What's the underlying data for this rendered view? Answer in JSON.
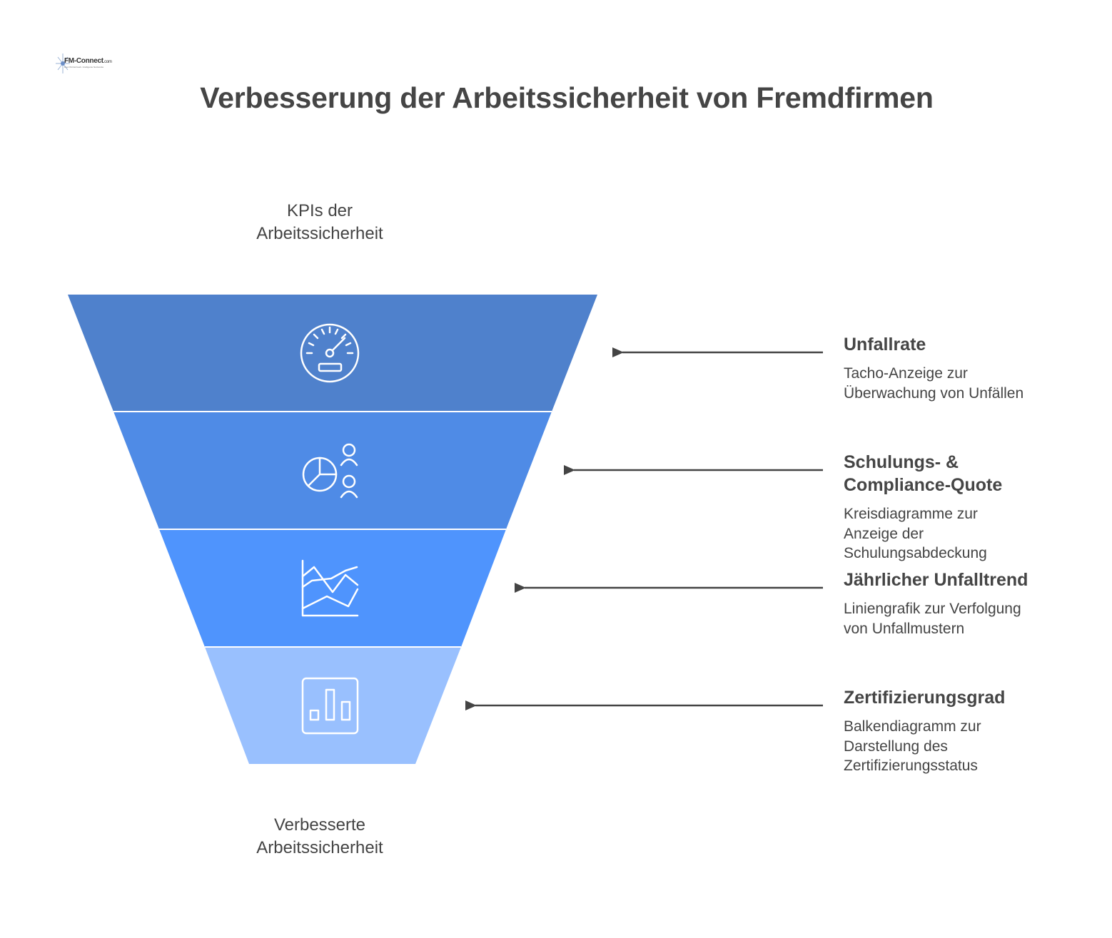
{
  "logo": {
    "brand": "FM-Connect",
    "suffix": ".com",
    "tagline": "Das FM-Netzwerk. Intelligente Netzwerke"
  },
  "title": "Verbesserung der Arbeitssicherheit von Fremdfirmen",
  "funnel": {
    "top_label": [
      "KPIs der",
      "Arbeitssicherheit"
    ],
    "bottom_label": [
      "Verbesserte",
      "Arbeitssicherheit"
    ],
    "stages": [
      {
        "icon": "speedometer-icon",
        "color": "#4f81cc"
      },
      {
        "icon": "pie-chart-people-icon",
        "color": "#4f8be6"
      },
      {
        "icon": "line-chart-icon",
        "color": "#4f94fd"
      },
      {
        "icon": "bar-chart-icon",
        "color": "#99c0fe"
      }
    ]
  },
  "items": [
    {
      "title": [
        "Unfallrate"
      ],
      "desc": [
        "Tacho-Anzeige zur",
        "Überwachung von Unfällen"
      ]
    },
    {
      "title": [
        "Schulungs- &",
        "Compliance-Quote"
      ],
      "desc": [
        "Kreisdiagramme zur",
        "Anzeige der",
        "Schulungsabdeckung"
      ]
    },
    {
      "title": [
        "Jährlicher Unfalltrend"
      ],
      "desc": [
        "Liniengrafik zur Verfolgung",
        "von Unfallmustern"
      ]
    },
    {
      "title": [
        "Zertifizierungsgrad"
      ],
      "desc": [
        "Balkendiagramm zur",
        "Darstellung des",
        "Zertifizierungsstatus"
      ]
    }
  ],
  "colors": {
    "arrow": "#444444",
    "icon_stroke": "#ffffff",
    "text": "#444444"
  }
}
